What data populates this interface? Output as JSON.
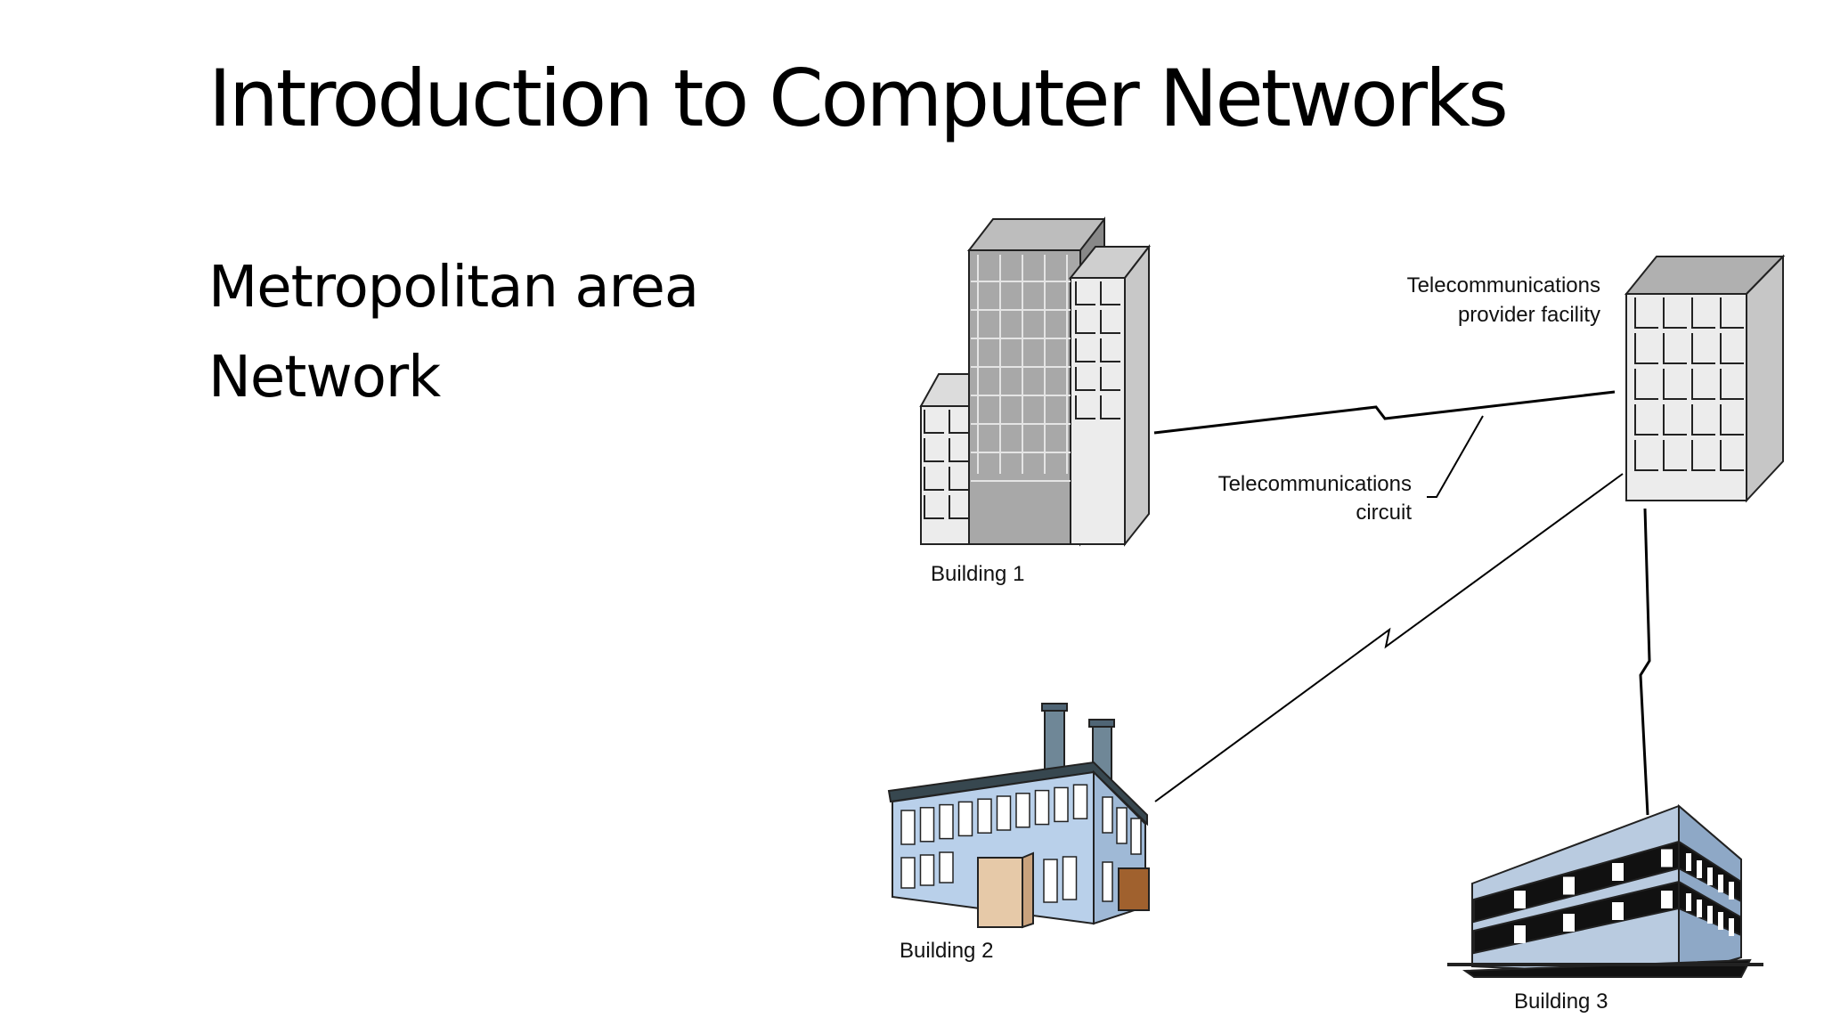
{
  "slide": {
    "title": "Introduction to Computer Networks",
    "bullets": [
      "Metropolitan area",
      "Network"
    ]
  },
  "diagram": {
    "labels": {
      "building1": "Building 1",
      "building2": "Building 2",
      "building3": "Building 3",
      "provider_line1": "Telecommunications",
      "provider_line2": "provider facility",
      "circuit_line1": "Telecommunications",
      "circuit_line2": "circuit"
    },
    "colors": {
      "office_dark": "#a8a8a8",
      "office_light": "#ececec",
      "factory_blue": "#b9d0ea",
      "factory_door": "#e6c9a8",
      "factory_brown": "#a0612e",
      "building3_blue": "#b9cbe0"
    }
  }
}
